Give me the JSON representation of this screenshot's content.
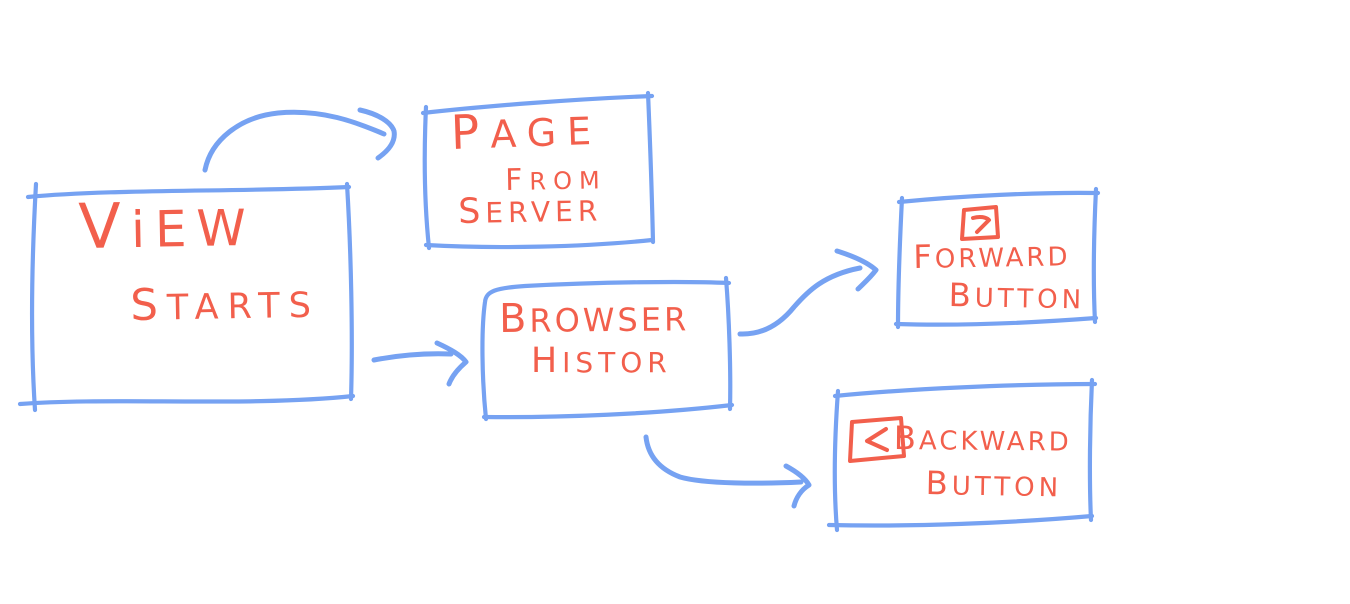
{
  "diagram": {
    "type": "hand-drawn-flowchart",
    "colors": {
      "stroke_blue": "#76a2f2",
      "text_red": "#f25f4c",
      "canvas_background": "#ffffff"
    },
    "nodes": {
      "view_starts": {
        "line1": "ViEW",
        "line2": "STARTS"
      },
      "page_from_server": {
        "line1": "PAGE",
        "line2": "FROM",
        "line3": "SERVER"
      },
      "browser_history": {
        "line1": "BROWSER",
        "line2": "HISTOR"
      },
      "forward_button": {
        "icon": "forward-arrow-in-square",
        "line1": "FORWARD",
        "line2": "BUTTON"
      },
      "backward_button": {
        "icon": "back-arrow-in-square",
        "line1": "BACKWARD",
        "line2": "BUTTON"
      }
    },
    "edges": [
      {
        "from": "view_starts",
        "to": "page_from_server",
        "style": "curved-arrow"
      },
      {
        "from": "view_starts",
        "to": "browser_history",
        "style": "straight-arrow"
      },
      {
        "from": "browser_history",
        "to": "forward_button",
        "style": "s-curve-arrow"
      },
      {
        "from": "browser_history",
        "to": "backward_button",
        "style": "curved-arrow"
      }
    ]
  }
}
